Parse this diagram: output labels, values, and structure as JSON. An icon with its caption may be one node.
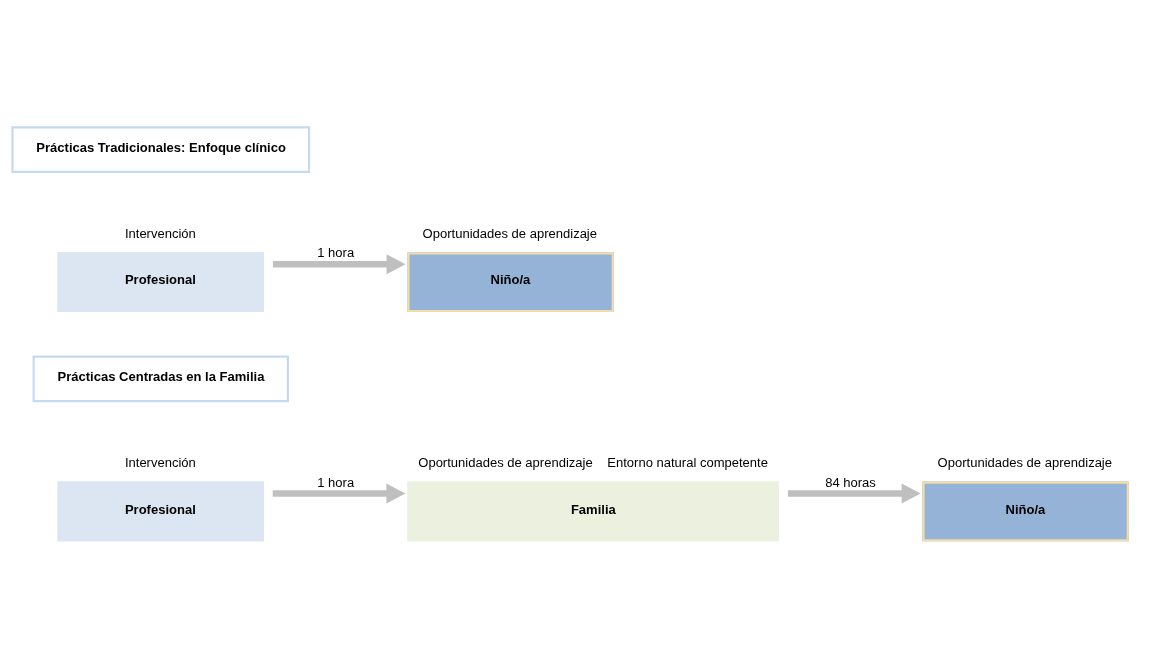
{
  "diagram": {
    "nodes": [
      {
        "text": [
          "Prácticas Tradicionales: Enfoque clínico"
        ]
      },
      {
        "text": [
          "Profesional"
        ],
        "beside": [
          "Intervención"
        ]
      },
      {
        "text": [
          "Niño/a"
        ],
        "beside": [
          "Oportunidades de aprendizaje"
        ]
      },
      {
        "text": [
          "Prácticas Centradas en la Familia"
        ]
      },
      {
        "text": [
          "Profesional"
        ],
        "beside": [
          "Intervención"
        ]
      },
      {
        "text": [
          "Familia"
        ],
        "beside": [
          "Oportunidades de aprendizaje",
          "Entorno natural competente"
        ]
      },
      {
        "text": [
          "Niño/a"
        ],
        "beside": [
          "Oportunidades de aprendizaje"
        ]
      }
    ],
    "edges": [
      {
        "from": 1,
        "to": 2,
        "arrow": "to",
        "label": "1 hora"
      },
      {
        "from": 4,
        "to": 5,
        "arrow": "to",
        "label": "1 hora"
      },
      {
        "from": 5,
        "to": 6,
        "arrow": "to",
        "label": "84 horas"
      }
    ]
  }
}
